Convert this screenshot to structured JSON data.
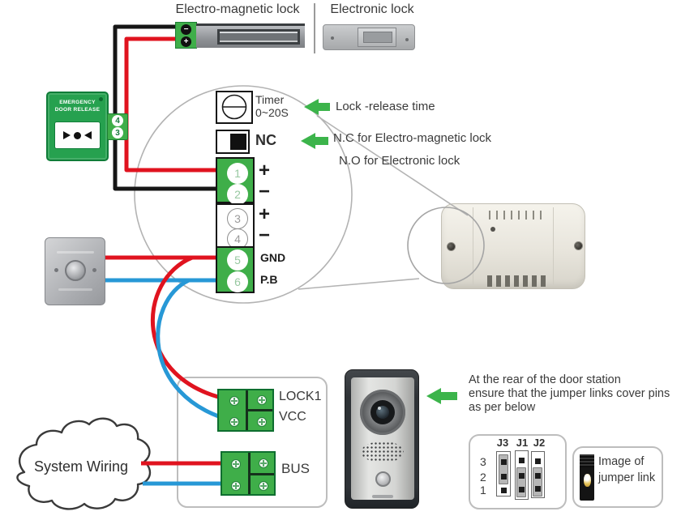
{
  "top": {
    "electro_magnetic_lock": "Electro-magnetic lock",
    "electronic_lock": "Electronic lock"
  },
  "maglock": {
    "minus": "−",
    "plus": "+"
  },
  "emergency_button": {
    "line1": "EMERGENCY",
    "line2": "DOOR RELEASE",
    "pin_top": "4",
    "pin_bottom": "3"
  },
  "timer": {
    "label": "Timer",
    "range": "0~20S"
  },
  "nc": {
    "label": "NC"
  },
  "annotations": {
    "lock_release": "Lock -release time",
    "nc_note": "N.C for Electro-magnetic lock",
    "no_note": "N.O for Electronic lock",
    "door_line1": "At the rear of the door station",
    "door_line2": "ensure that the jumper links cover pins",
    "door_line3": "as per below"
  },
  "terminal_block": {
    "terminals": [
      {
        "num": "1",
        "label": "+"
      },
      {
        "num": "2",
        "label": "−"
      },
      {
        "num": "3",
        "label": "+"
      },
      {
        "num": "4",
        "label": "−"
      },
      {
        "num": "5",
        "label": "GND"
      },
      {
        "num": "6",
        "label": "P.B"
      }
    ]
  },
  "door_station_terminals": {
    "lock1": "LOCK1",
    "vcc": "VCC",
    "bus": "BUS"
  },
  "cloud": {
    "label": "System Wiring"
  },
  "jumper_panel": {
    "columns": [
      "J3",
      "J1",
      "J2"
    ],
    "rows": [
      "3",
      "2",
      "1"
    ]
  },
  "jumper_link": {
    "line1": "Image of",
    "line2": "jumper link"
  },
  "colors": {
    "wire_red": "#e0131f",
    "wire_blue": "#2798d6",
    "wire_black": "#161616",
    "terminal_green": "#3fae49",
    "arrow_green": "#3cb44b"
  }
}
